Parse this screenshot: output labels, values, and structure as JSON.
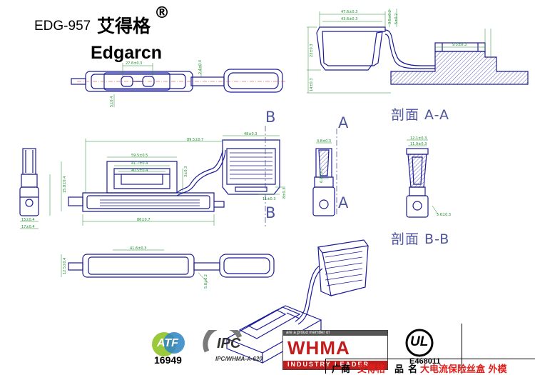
{
  "header": {
    "model": "EDG-957",
    "brand_cn": "艾得格",
    "registered_mark": "®",
    "brand_en": "Edgarcn"
  },
  "section_labels": {
    "section_aa": "剖面 A-A",
    "section_bb": "剖面 B-B",
    "cut_b_top": "B",
    "cut_b_bottom": "B",
    "cut_a_top": "A",
    "cut_a_bottom": "A"
  },
  "dimensions": {
    "top_view_width": "27.6±0.3",
    "top_view_height": "2.4±0.4",
    "top_view_side": "5±0.4",
    "cap_width": "47.6±0.3",
    "cap_inner": "43.6±0.3",
    "cap_side_a": "3.5±0.2",
    "cap_side_b": "5±0.2",
    "cap_height": "23±0.3",
    "cap_body": "14±0.3",
    "holder_width": "9.5±0.3",
    "front_overall": "89.5±0.7",
    "front_cap": "48±0.3",
    "front_a": "59.5±0.5",
    "front_b": "41.7±0.4",
    "front_c": "40.5±0.4",
    "front_d": "3±0.3",
    "front_height": "15.8±0.4",
    "front_small": "8±0.3",
    "front_cap_h": "11±0.3",
    "front_base": "86±0.7",
    "side_w1": "15±0.4",
    "side_w2": "17±0.4",
    "aa_top": "4.8±0.3",
    "aa_mid": "6.2±0.3",
    "bb_top": "12.1±0.3",
    "bb_mid": "11.9±0.3",
    "bb_hole": "5.6±0.3",
    "bottom_width": "41.6±0.3",
    "bottom_h": "12.5±0.4",
    "bottom_side": "5.8±0.2"
  },
  "logos": {
    "atf": "ATF",
    "atf_code": "16949",
    "ipc": "IPC",
    "ipc_caption": "IPC/WHMA-A-620",
    "whma": "WHMA",
    "whma_small_top": "are a proud member of",
    "whma_industry": "INDUSTRY LEADER",
    "ul_mark": "UL",
    "ul_code": "E468011"
  },
  "title_block": {
    "company_label": "广商",
    "company_value": "艾得格",
    "product_label": "品名",
    "product_value": "大电流保险丝盒 外模"
  },
  "colors": {
    "line": "#1a1a9a",
    "dimension": "#1e8c2a",
    "section_text": "#4e54a0",
    "hatch": "#3a3ab0",
    "centerline": "#d23030",
    "title_red": "#e0201c"
  }
}
